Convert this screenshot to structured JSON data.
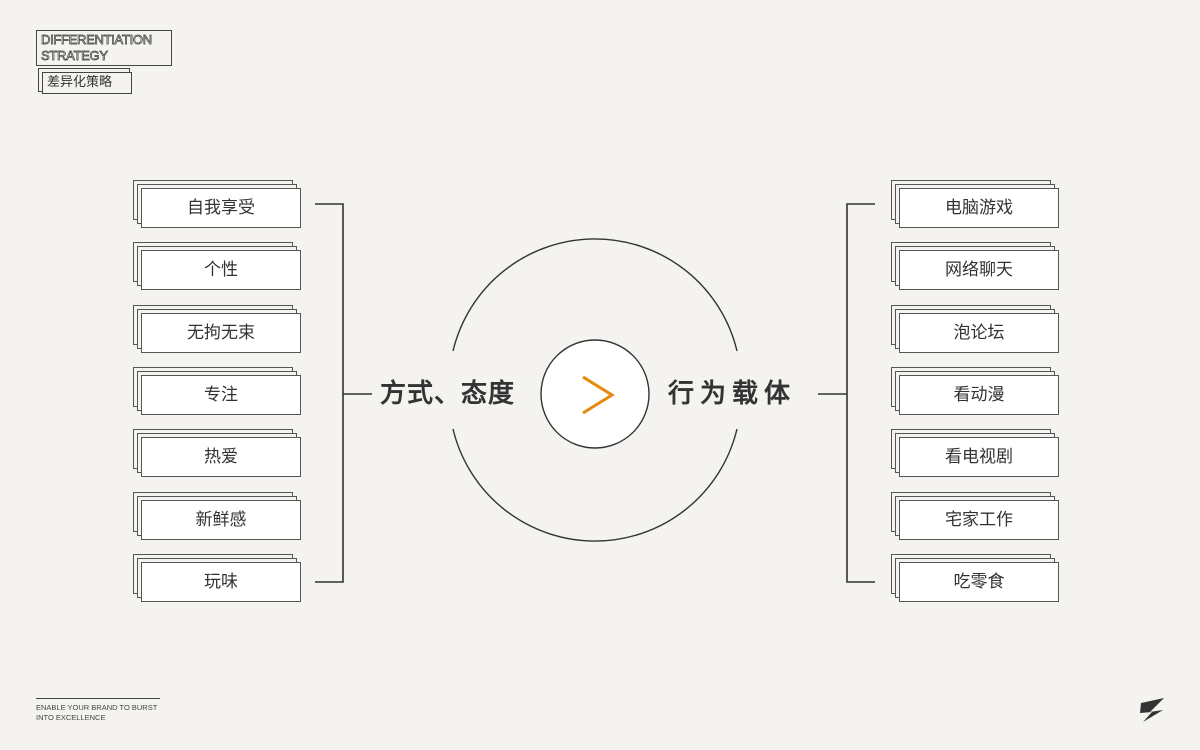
{
  "header": {
    "en_line1": "DIFFERENTIATION",
    "en_line2": "STRATEGY",
    "cn": "差异化策略"
  },
  "diagram": {
    "left_center": "方式、态度",
    "right_center": "行为载体",
    "center_symbol": ">",
    "accent_color": "#e8890c",
    "left_items": [
      "自我享受",
      "个性",
      "无拘无束",
      "专注",
      "热爱",
      "新鲜感",
      "玩味"
    ],
    "right_items": [
      "电脑游戏",
      "网络聊天",
      "泡论坛",
      "看动漫",
      "看电视剧",
      "宅家工作",
      "吃零食"
    ]
  },
  "footer": {
    "line1": "ENABLE YOUR BRAND TO BURST",
    "line2": "INTO EXCELLENCE",
    "logo_icon": "z-logo-icon"
  }
}
